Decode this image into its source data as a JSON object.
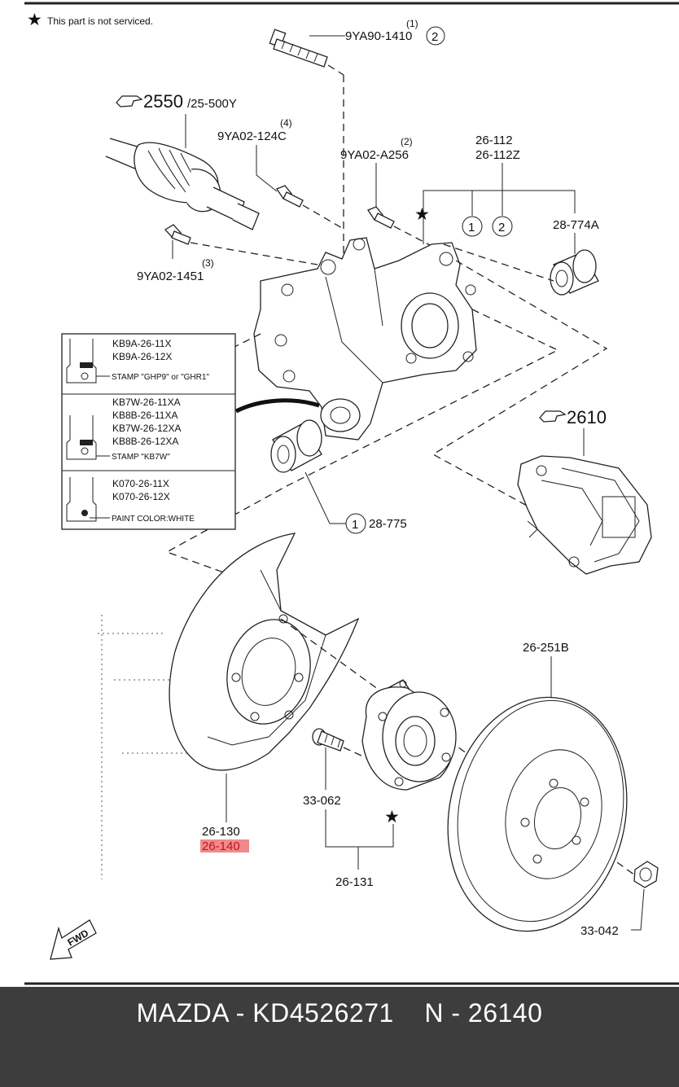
{
  "note": "This part is not serviced.",
  "parts": {
    "bolt_top": {
      "number": "9YA90-1410",
      "qty": "(1)",
      "ref": "2"
    },
    "driveshaft": {
      "number": "2550",
      "sub": "/25-500Y"
    },
    "bolt_4": {
      "number": "9YA02-124C",
      "qty": "(4)"
    },
    "bolt_2": {
      "number": "9YA02-A256",
      "qty": "(2)"
    },
    "knuckle": {
      "number_1": "26-112",
      "number_2": "26-112Z",
      "ref_1": "1",
      "ref_2": "2"
    },
    "bushing_upper": {
      "number": "28-774A"
    },
    "bolt_3": {
      "number": "9YA02-1451",
      "qty": "(3)"
    },
    "caliper": {
      "number": "2610"
    },
    "bushing_lower": {
      "number": "28-775",
      "ref": "1"
    },
    "dust_shield": {
      "number_1": "26-130",
      "number_2": "26-140"
    },
    "disc": {
      "number": "26-251B"
    },
    "hub_bolt": {
      "number": "33-062"
    },
    "hub": {
      "number": "26-131"
    },
    "nut": {
      "number": "33-042"
    },
    "fwd": "FWD"
  },
  "legend": [
    {
      "lines": [
        "KB9A-26-11X",
        "KB9A-26-12X"
      ],
      "note": "STAMP \"GHP9\" or \"GHR1\""
    },
    {
      "lines": [
        "KB7W-26-11XA",
        "KB8B-26-11XA",
        "KB7W-26-12XA",
        "KB8B-26-12XA"
      ],
      "note": "STAMP \"KB7W\""
    },
    {
      "lines": [
        "K070-26-11X",
        "K070-26-12X"
      ],
      "note": "PAINT COLOR:WHITE"
    }
  ],
  "footer": {
    "title": "MAZDA - KD4526271    N - 26140"
  },
  "colors": {
    "highlight": "#f08a8a",
    "footer_bg": "#3d3d3d"
  }
}
